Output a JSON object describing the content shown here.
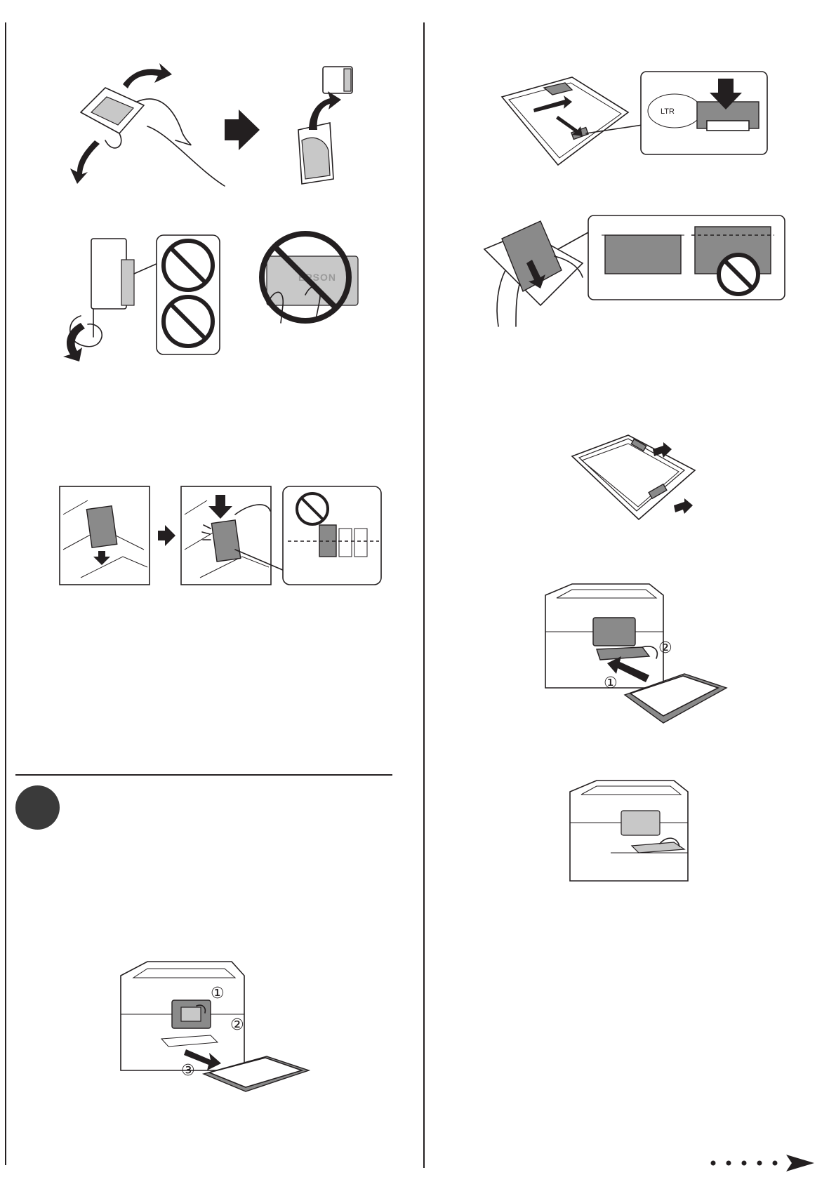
{
  "figures": {
    "tray_closeup_label": "LTR",
    "cartridge_brand": "EPSON",
    "remove_tray_steps": [
      "①",
      "②",
      "③"
    ],
    "insert_tray_steps": [
      "①",
      "②"
    ]
  },
  "step_marker": {
    "color": "#3a3a3a"
  },
  "next_page_indicator": {
    "dots": 5,
    "icon": "next-arrow-icon"
  },
  "colors": {
    "line": "#231f20",
    "gray": "#8a8a8a",
    "light_gray": "#c8c8c8"
  }
}
